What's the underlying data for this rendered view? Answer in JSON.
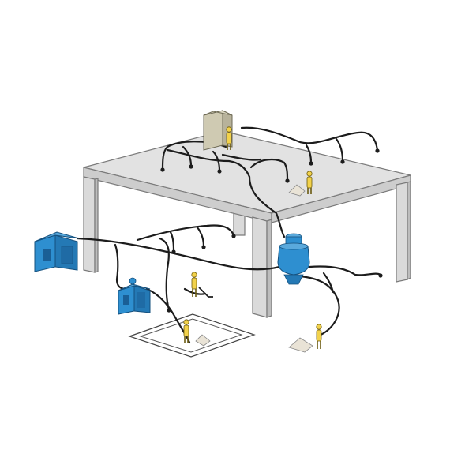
{
  "colors": {
    "equipment_blue": "#2e8fd0",
    "equipment_dark": "#1a5f96",
    "hose": "#1c1c1c",
    "table_fill": "#e2e2e2",
    "cabinet_fill": "#cfcab2",
    "worker_fill": "#f2d24b"
  },
  "components": {
    "central_vacuum_unit": "central-vacuum-unit",
    "mobile_vacuum_unit": "mobile-vacuum-unit",
    "separator": "cyclone-separator",
    "control_cabinet": "control-cabinet",
    "work_platform": "work-platform",
    "floor_pit": "floor-pit"
  }
}
